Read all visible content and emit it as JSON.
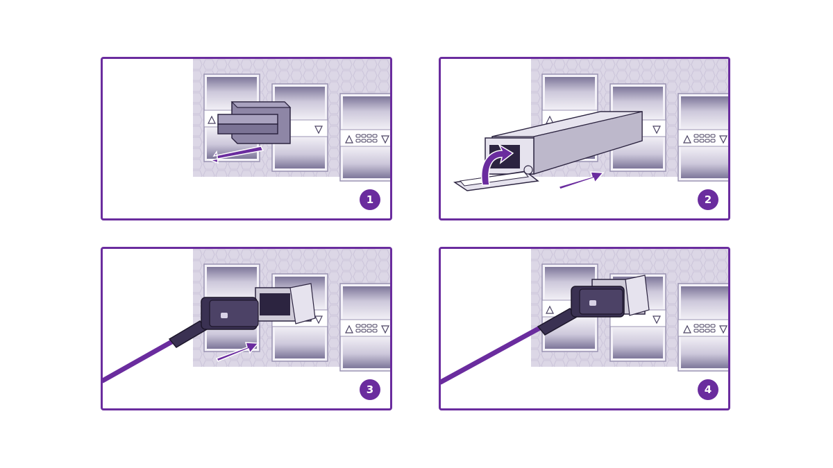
{
  "colors": {
    "accent": "#6a2c9e",
    "chassis": "#dcd7e6",
    "chassis_line": "#c4bdd3",
    "port_dark": "#8f88a8",
    "port_light": "#e9e6f1",
    "module": "#cfcbd8",
    "module_dark": "#2c2440"
  },
  "steps": [
    {
      "number": "1",
      "label_icon": "triangle-up-icon",
      "description_icon": "dust-cap-removal-arrow-icon"
    },
    {
      "number": "2",
      "label_icon": "triangle-up-icon",
      "description_icon": "insert-transceiver-arrow-icon"
    },
    {
      "number": "3",
      "label_icon": "triangle-up-icon",
      "description_icon": "insert-cable-arrow-icon"
    },
    {
      "number": "4",
      "label_icon": "triangle-up-icon",
      "description_icon": "connected-cable-icon"
    }
  ]
}
